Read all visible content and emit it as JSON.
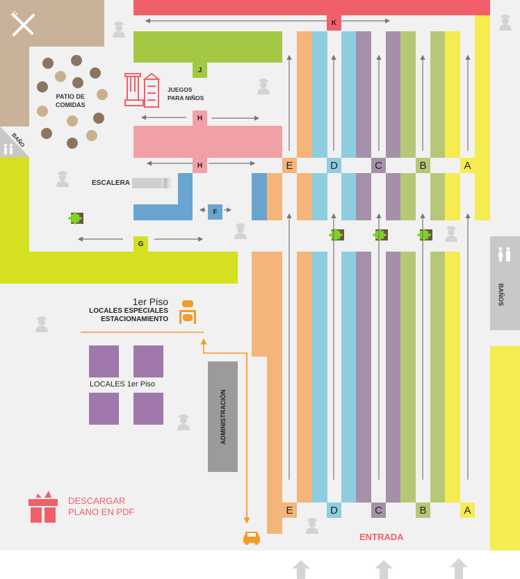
{
  "food_court": {
    "label_line1": "PATIO DE",
    "label_line2": "COMIDAS",
    "icon": "fork-knife-icon"
  },
  "bathroom_small": {
    "label": "BAÑO"
  },
  "bathrooms_right": {
    "label": "BAÑOS"
  },
  "kids": {
    "line1": "JUEGOS",
    "line2": "PARA NIÑOS"
  },
  "stairs": {
    "label": "ESCALERA"
  },
  "aisles": {
    "K": "K",
    "J": "J",
    "H": "H",
    "F": "F",
    "G": "G",
    "E": "E",
    "D": "D",
    "C": "C",
    "B": "B",
    "A": "A"
  },
  "parking": {
    "title": "1er Piso",
    "line1": "LOCALES ESPECIALES",
    "line2": "ESTACIONAMIENTO"
  },
  "shops": {
    "label": "LOCALES 1er Piso"
  },
  "admin": {
    "label": "ADMINISTRACIÓN"
  },
  "download": {
    "line1": "DESCARGAR",
    "line2": "PLANO EN PDF"
  },
  "entrance": {
    "label": "ENTRADA"
  },
  "colors": {
    "red": "#f15f6a",
    "orange": "#f4b57a",
    "blue": "#8ecde0",
    "purple": "#a58fa9",
    "green": "#b6c878",
    "yellow": "#f5ec52",
    "lime": "#d5e021",
    "tan": "#c8b39a"
  }
}
